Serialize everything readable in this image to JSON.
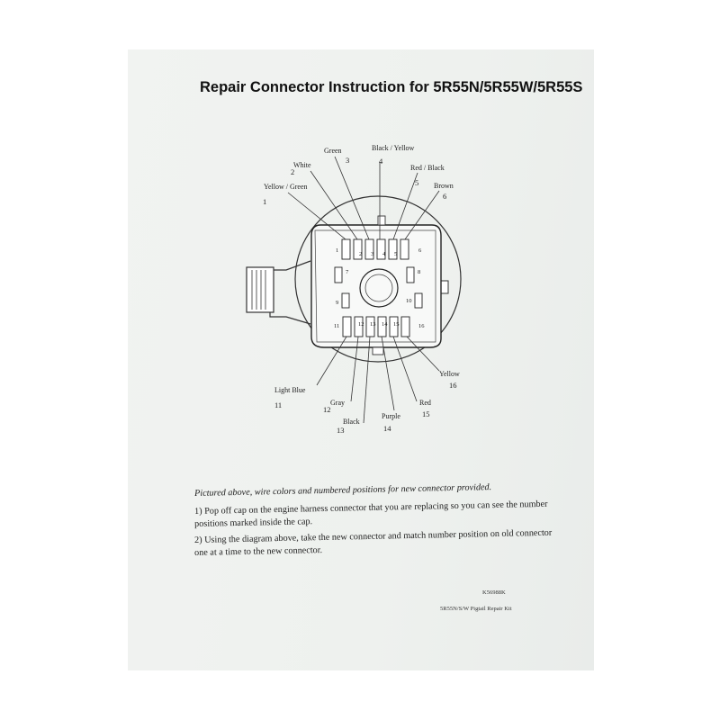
{
  "document": {
    "title": "Repair Connector Instruction for 5R55N/5R55W/5R55S",
    "caption": "Pictured above, wire colors and numbered positions for new connector provided.",
    "steps": [
      "1) Pop off cap on the engine harness connector that you are replacing so you can see the number",
      "positions marked inside the cap.",
      "2) Using the diagram above, take the new connector and match number position on old connector",
      "one at a time to the new connector."
    ],
    "part_number": "K56988K",
    "kit_name": "5R55N/S/W Pigtail Repair Kit"
  },
  "wires": [
    {
      "num": "1",
      "color": "Yellow / Green"
    },
    {
      "num": "2",
      "color": "White"
    },
    {
      "num": "3",
      "color": "Green"
    },
    {
      "num": "4",
      "color": "Black / Yellow"
    },
    {
      "num": "5",
      "color": "Red / Black"
    },
    {
      "num": "6",
      "color": "Brown"
    },
    {
      "num": "11",
      "color": "Light Blue"
    },
    {
      "num": "12",
      "color": "Gray"
    },
    {
      "num": "13",
      "color": "Black"
    },
    {
      "num": "14",
      "color": "Purple"
    },
    {
      "num": "15",
      "color": "Red"
    },
    {
      "num": "16",
      "color": "Yellow"
    }
  ],
  "pins": [
    "1",
    "2",
    "3",
    "4",
    "5",
    "6",
    "7",
    "8",
    "9",
    "10",
    "11",
    "12",
    "13",
    "14",
    "15",
    "16"
  ]
}
